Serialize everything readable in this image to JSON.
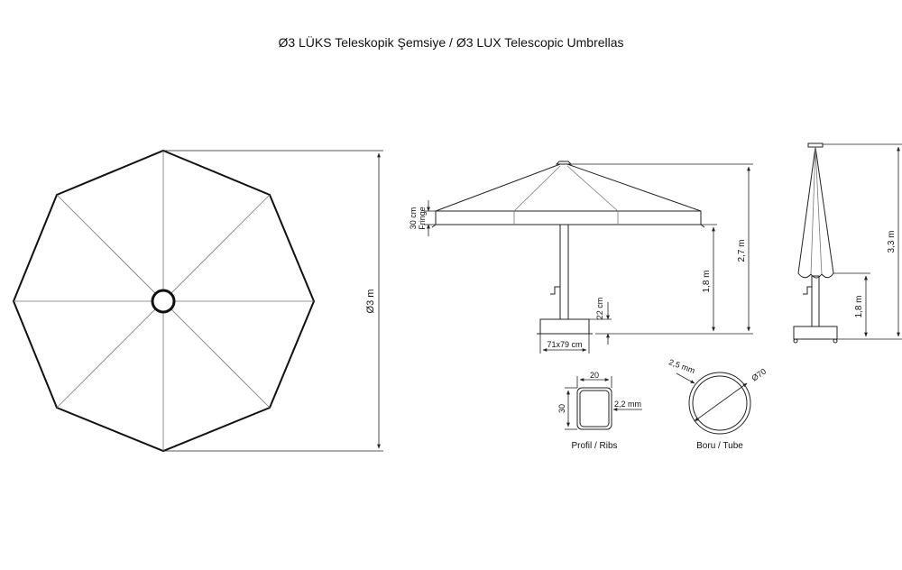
{
  "title": "Ø3 LÜKS Teleskopik Şemsiye / Ø3 LUX Telescopic Umbrellas",
  "top_view": {
    "diameter_label": "Ø3 m"
  },
  "side_view": {
    "fringe_height": "30 cm",
    "fringe_label": "Fringe",
    "pole_height": "1,8 m",
    "total_height": "2,7 m",
    "base_height": "22 cm",
    "base_size": "71x79 cm"
  },
  "closed_view": {
    "pole_height": "1,8 m",
    "total_height": "3,3 m"
  },
  "profile": {
    "width": "20",
    "height": "30",
    "wall": "2,2 mm",
    "caption": "Profil / Ribs"
  },
  "tube": {
    "wall": "2,5 mm",
    "diameter": "Ø70",
    "caption": "Boru / Tube"
  },
  "colors": {
    "line": "#111111",
    "rib": "#777777",
    "background": "#ffffff"
  }
}
